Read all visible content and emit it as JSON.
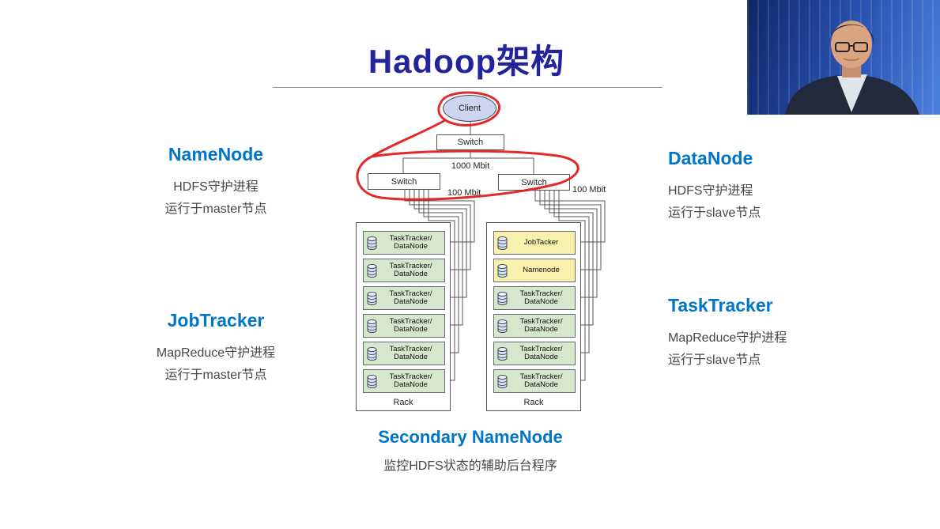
{
  "title": "Hadoop架构",
  "callouts": {
    "namenode": {
      "heading": "NameNode",
      "line1": "HDFS守护进程",
      "line2": "运行于master节点"
    },
    "jobtracker": {
      "heading": "JobTracker",
      "line1": "MapReduce守护进程",
      "line2": "运行于master节点"
    },
    "datanode": {
      "heading": "DataNode",
      "line1": "HDFS守护进程",
      "line2": "运行于slave节点"
    },
    "tasktracker": {
      "heading": "TaskTracker",
      "line1": "MapReduce守护进程",
      "line2": "运行于slave节点"
    },
    "secondary_namenode": {
      "heading": "Secondary NameNode",
      "line1": "监控HDFS状态的辅助后台程序"
    }
  },
  "diagram": {
    "client_label": "Client",
    "top_switch_label": "Switch",
    "left_switch_label": "Switch",
    "right_switch_label": "Switch",
    "link_top": "1000 Mbit",
    "link_left": "100 Mbit",
    "link_right": "100 Mbit",
    "left_rack": {
      "label": "Rack",
      "nodes": [
        {
          "line1": "TaskTracker/",
          "line2": "DataNode"
        },
        {
          "line1": "TaskTracker/",
          "line2": "DataNode"
        },
        {
          "line1": "TaskTracker/",
          "line2": "DataNode"
        },
        {
          "line1": "TaskTracker/",
          "line2": "DataNode"
        },
        {
          "line1": "TaskTracker/",
          "line2": "DataNode"
        },
        {
          "line1": "TaskTracker/",
          "line2": "DataNode"
        }
      ]
    },
    "right_rack": {
      "label": "Rack",
      "nodes": [
        {
          "line1": "JobTacker",
          "line2": ""
        },
        {
          "line1": "Namenode",
          "line2": ""
        },
        {
          "line1": "TaskTracker/",
          "line2": "DataNode"
        },
        {
          "line1": "TaskTracker/",
          "line2": "DataNode"
        },
        {
          "line1": "TaskTracker/",
          "line2": "DataNode"
        },
        {
          "line1": "TaskTracker/",
          "line2": "DataNode"
        }
      ]
    }
  },
  "colors": {
    "title": "#23239b",
    "heading_blue": "#0076c8",
    "body_text": "#474747",
    "node_green": "#d6e8cc",
    "node_yellow": "#f7f1ad",
    "client_fill": "#ccd6ee",
    "annotation_red": "#e11818"
  },
  "icons": {
    "node_icon": "database-cylinder-icon"
  }
}
